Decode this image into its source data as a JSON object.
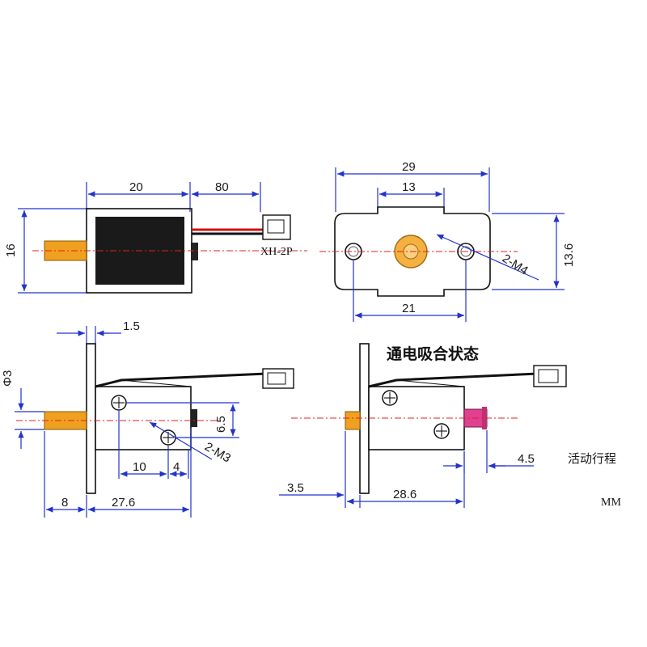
{
  "title": "",
  "colors": {
    "dimension_line": "#2233cc",
    "center_line": "#e02020",
    "plunger": "#f0a020",
    "coil": "#1a1a1a",
    "wire_red": "#d01010",
    "wire_black": "#111111",
    "pink_plunger": "#e04090"
  },
  "views": {
    "side_top": {
      "dims": {
        "length": "20",
        "wire": "80",
        "height": "16"
      },
      "connector": "XH-2P"
    },
    "front": {
      "dims": {
        "width": "29",
        "slot": "13",
        "height": "13.6",
        "holes": "21"
      },
      "holes_label": "2-M4"
    },
    "side_bottom_left": {
      "dims": {
        "flange": "1.5",
        "diameter": "Φ3",
        "spacing": "6.5",
        "hole_x": "10",
        "hole_w": "4",
        "plunger": "8",
        "total": "27.6"
      },
      "holes_label": "2-M3"
    },
    "side_bottom_right": {
      "state_label": "通电吸合状态",
      "dims": {
        "plunger": "3.5",
        "total": "28.6",
        "stroke": "4.5"
      },
      "stroke_label": "活动行程"
    }
  },
  "units": "MM"
}
